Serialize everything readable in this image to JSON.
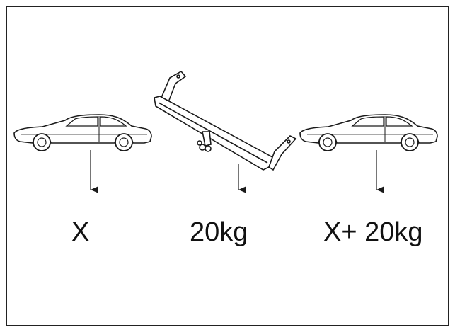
{
  "labels": {
    "left": "X",
    "middle": "20kg",
    "right": "X+ 20kg"
  },
  "figures": {
    "left": "car-icon",
    "middle": "tow-bar-icon",
    "right": "car-with-tow-bar-icon"
  },
  "colors": {
    "line": "#1a1a1a",
    "background": "#ffffff"
  }
}
